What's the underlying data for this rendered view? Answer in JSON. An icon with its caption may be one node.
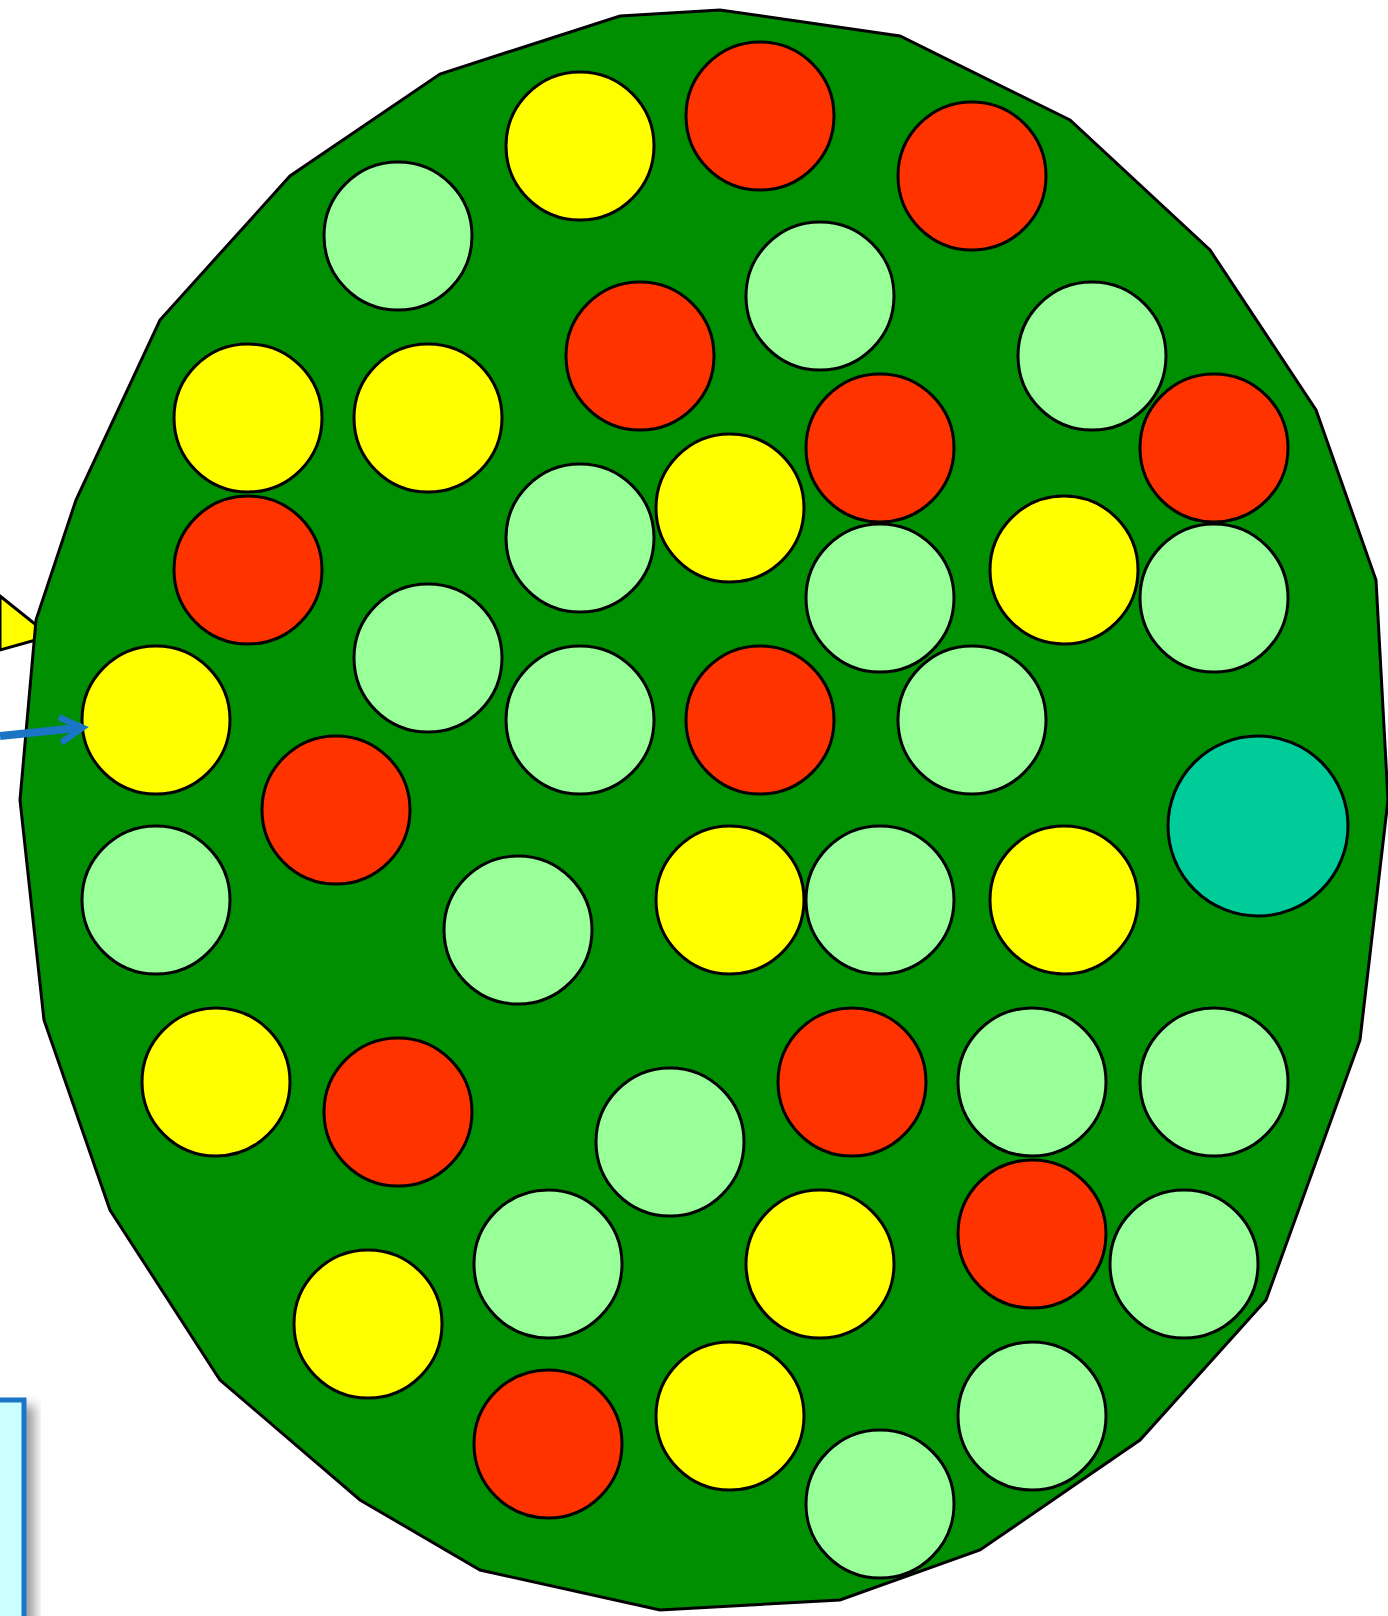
{
  "diagram": {
    "nodes": [
      {
        "text": [],
        "shape": "polygon"
      },
      {
        "text": [],
        "shape": "circle",
        "in": 0
      },
      {
        "text": [],
        "shape": "box"
      }
    ],
    "edges": [
      {
        "from": null,
        "to": 1,
        "arrow": "to"
      }
    ]
  }
}
